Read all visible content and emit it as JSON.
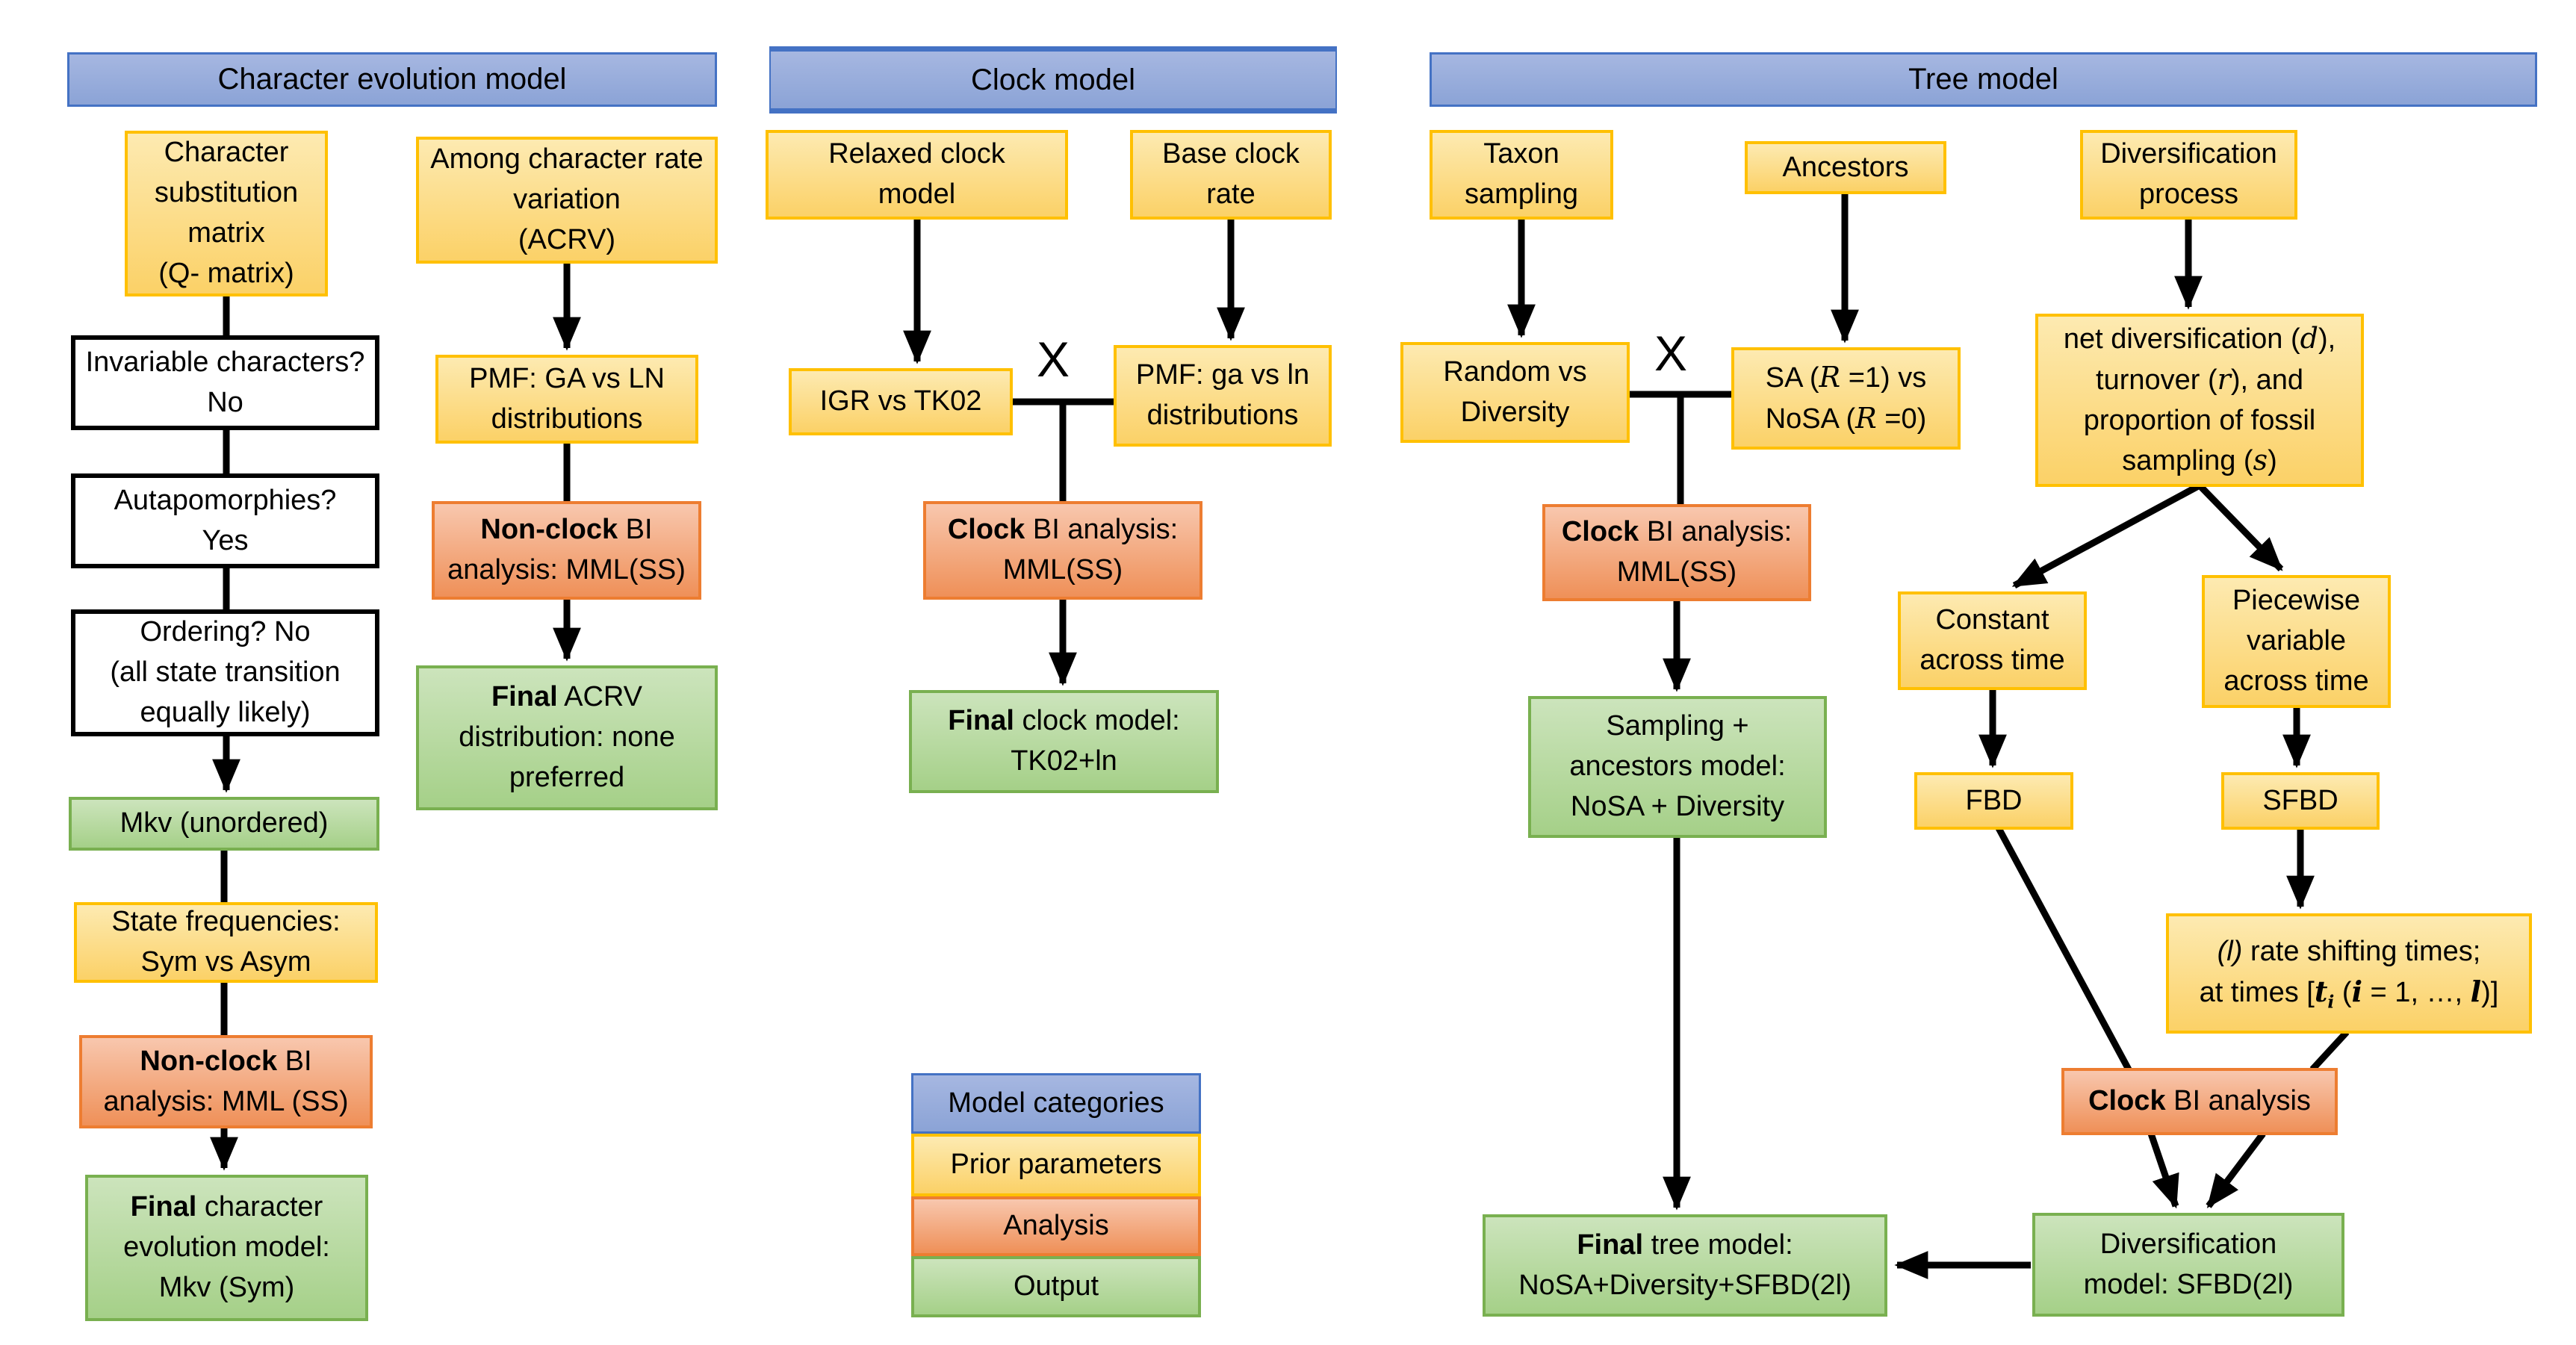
{
  "headers": {
    "character": "Character evolution model",
    "clock": "Clock model",
    "tree": "Tree model"
  },
  "colors": {
    "model_categories_blue": "#8BA3D6",
    "prior_parameters_orange": "#FBD167",
    "analysis_red": "#EF9058",
    "output_green": "#A5D088",
    "border_gold": "#FFC000",
    "border_orange": "#ED7D31",
    "border_green": "#79B050",
    "border_blue": "#4472C4"
  },
  "character_column": {
    "q_matrix": {
      "main": "Character substitution matrix",
      "sub": "(Q- matrix)"
    },
    "invariable": {
      "line1": "Invariable characters?",
      "line2": "No"
    },
    "autapomorphies": {
      "line1": "Autapomorphies?",
      "line2": "Yes"
    },
    "ordering": {
      "line1": "Ordering? No",
      "line2": "(all state transition equally likely)"
    },
    "mkv": "Mkv (unordered)",
    "state_freq": {
      "line1": "State frequencies:",
      "line2": "Sym vs Asym"
    },
    "nonclock_bi": {
      "bold": "Non-clock",
      "rest": " BI analysis: MML (SS)"
    },
    "final": {
      "bold": "Final",
      "rest": " character evolution model: Mkv (Sym)"
    },
    "acrv": {
      "main": "Among character rate variation",
      "sub": "(ACRV)"
    },
    "pmf": "PMF: GA vs LN distributions",
    "acrv_nonclock_bi": {
      "bold": "Non-clock",
      "rest": " BI analysis: MML(SS)"
    },
    "acrv_final": {
      "bold": "Final",
      "rest": " ACRV distribution: none preferred"
    }
  },
  "clock_column": {
    "relaxed": {
      "line1": "Relaxed clock",
      "line2": "model"
    },
    "base_rate": {
      "line1": "Base clock",
      "line2": "rate"
    },
    "igr": "IGR vs TK02",
    "cross": "X",
    "pmf": "PMF: ga vs ln distributions",
    "clock_bi": {
      "bold": "Clock",
      "rest": " BI analysis: MML(SS)"
    },
    "final": {
      "bold": "Final",
      "rest": " clock model: TK02+ln"
    }
  },
  "legend": {
    "items": [
      "Model categories",
      "Prior parameters",
      "Analysis",
      "Output"
    ]
  },
  "tree_column": {
    "taxon": {
      "line1": "Taxon",
      "line2": "sampling"
    },
    "ancestors": "Ancestors",
    "div_process": {
      "line1": "Diversification",
      "line2": "process"
    },
    "random": {
      "line1": "Random vs",
      "line2": "Diversity"
    },
    "cross": "X",
    "sa": {
      "segments": [
        "SA (",
        "R",
        " =1) vs NoSA (",
        "R",
        " =0)"
      ]
    },
    "clock_bi": {
      "bold": "Clock",
      "rest": " BI analysis: MML(SS)"
    },
    "sampling_model": {
      "line1": "Sampling +",
      "line2": "ancestors model:",
      "line3": "NoSA + Diversity"
    },
    "final": {
      "bold": "Final",
      "rest": " tree model: NoSA+Diversity+SFBD(2l)"
    },
    "net_div": {
      "segments": [
        "net diversification (",
        "d",
        "), turnover (",
        "r",
        "), and proportion of fossil sampling (",
        "s",
        ")"
      ]
    },
    "constant": "Constant across time",
    "piecewise": "Piecewise variable across time",
    "fbd": "FBD",
    "sfbd": "SFBD",
    "rate_shift": {
      "line1": {
        "italic": "(l)",
        "rest": " rate shifting times;"
      },
      "line2": {
        "segments": [
          "at times [",
          "t",
          "i",
          " (",
          "i",
          " = 1, …, ",
          "l",
          ")]"
        ]
      }
    },
    "clock_bi2": {
      "bold": "Clock",
      "rest": " BI analysis"
    },
    "div_model": {
      "line1": "Diversification",
      "line2": "model: SFBD(2l)"
    }
  }
}
